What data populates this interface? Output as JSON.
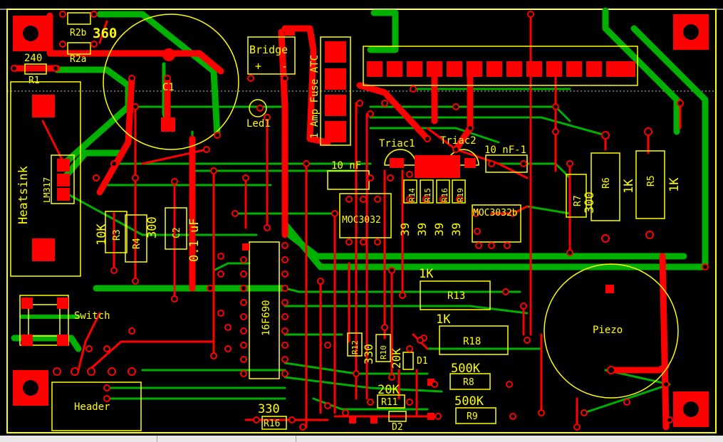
{
  "colors": {
    "background": "#000000",
    "top_copper": "#ff0000",
    "bottom_copper": "#00b000",
    "silkscreen": "#ffff00",
    "board_outline": "#ffff00",
    "drill_hole": "#00a0a0"
  },
  "labels": {
    "r2b": "R2b",
    "r2b_value": "360",
    "r2a": "R2a",
    "r1_value": "240",
    "r1": "R1",
    "c1": "C1",
    "bridge": "Bridge",
    "bridge_plus": "+",
    "bridge_minus": "-",
    "fuse": "1 Amp Fuse ATC",
    "led1": "Led1",
    "heatsink": "Heatsink",
    "lm317": "LM317",
    "r3_value": "10K",
    "r3": "R3",
    "r4": "R4",
    "r4_value": "300",
    "c2": "C2",
    "c2_value": "0.1 uF",
    "triac1": "Triac1",
    "triac2": "Triac2",
    "cap_10nf_1": "10 nF-1",
    "cap_10nf": "10 nF",
    "moc3032": "MOC3032",
    "moc3032b": "MOC3032b",
    "r14": "R14",
    "r15": "R15",
    "r16": "R16",
    "r19": "R19",
    "r14_value": "39",
    "r15_value": "39",
    "r16_value": "39",
    "r19_value": "39",
    "r7": "R7",
    "r7_value": "300",
    "r6": "R6",
    "r6_value": "1K",
    "r5": "R5",
    "r5_value": "1K",
    "r13_value": "1K",
    "r13": "R13",
    "r18_value": "1K",
    "r18": "R18",
    "ic": "16F690",
    "switch": "Switch",
    "piezo": "Piezo",
    "r12": "R12",
    "r12_value": "330",
    "r10": "R10",
    "r10_value": "20K",
    "d1": "D1",
    "r8_value": "500K",
    "r8": "R8",
    "r11_value": "20K",
    "r11": "R11",
    "r9_value": "500K",
    "r9": "R9",
    "d2": "D2",
    "r17_value": "330",
    "r17": "R16",
    "header": "Header"
  }
}
